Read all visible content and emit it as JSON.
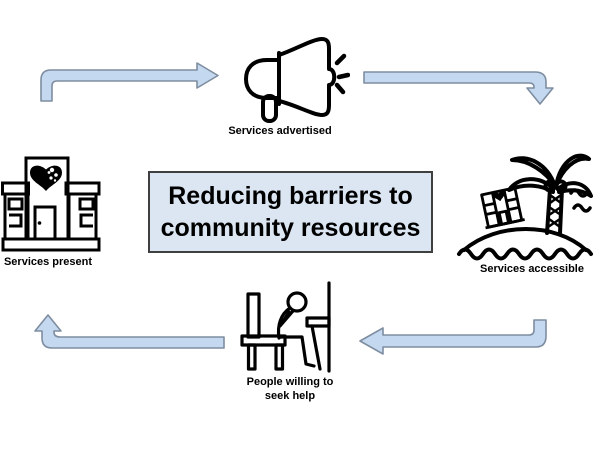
{
  "title": {
    "line1": "Reducing barriers to",
    "line2": "community resources",
    "full_text": "Reducing barriers to community resources"
  },
  "nodes": [
    {
      "id": "services-present",
      "label": "Services present",
      "icon": "community-building-with-heart-icon",
      "position": "left"
    },
    {
      "id": "services-advertised",
      "label": "Services advertised",
      "icon": "megaphone-icon",
      "position": "top-center"
    },
    {
      "id": "services-accessible",
      "label": "Services accessible",
      "icon": "island-palm-tree-building-icon",
      "position": "right"
    },
    {
      "id": "people-willing",
      "label": "People willing to seek help",
      "icon": "person-waiting-on-chair-icon",
      "position": "bottom-center"
    }
  ],
  "arrows": [
    {
      "id": "present-to-advertised",
      "from": "services-present",
      "to": "services-advertised",
      "shape": "up-then-right"
    },
    {
      "id": "advertised-to-accessible",
      "from": "services-advertised",
      "to": "services-accessible",
      "shape": "right-then-down"
    },
    {
      "id": "accessible-to-willing",
      "from": "services-accessible",
      "to": "people-willing",
      "shape": "down-then-left"
    },
    {
      "id": "willing-to-present",
      "from": "people-willing",
      "to": "services-present",
      "shape": "left-then-up"
    }
  ],
  "colors": {
    "arrow_fill": "#c4d9f0",
    "arrow_outline": "#7e8da0",
    "title_box_fill": "#dbe6f2",
    "title_box_border": "#3f3f3f",
    "icon_color": "#000000",
    "background": "#ffffff"
  }
}
